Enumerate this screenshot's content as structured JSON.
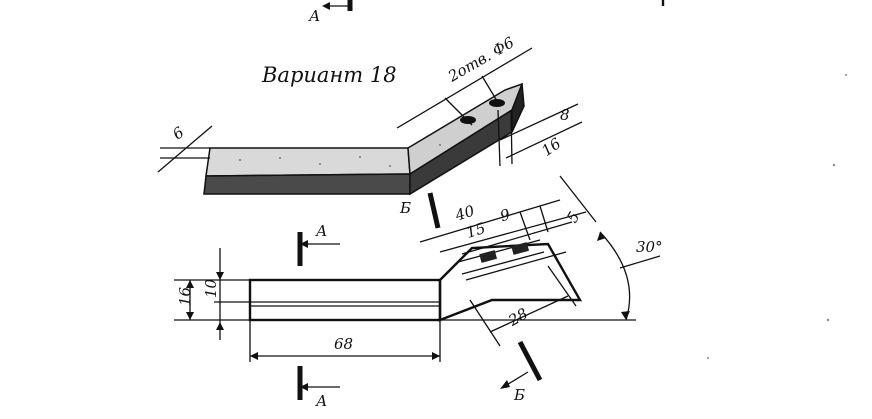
{
  "title": "Вариант 18",
  "holes_callout": "2отв. Ф6",
  "dimensions": {
    "thickness_top": "6",
    "hole_offset": "8",
    "hole_spacing": "16",
    "height_total": "16",
    "height_inner": "10",
    "length_flat": "68",
    "length_incline": "40",
    "inner_15": "15",
    "inner_9": "9",
    "edge_5": "5",
    "base_28": "28",
    "angle": "30°"
  },
  "sections": {
    "top": "А",
    "top_left": "А",
    "mid": "А",
    "bottom": "А",
    "b_upper": "Б",
    "b_lower": "Б"
  }
}
